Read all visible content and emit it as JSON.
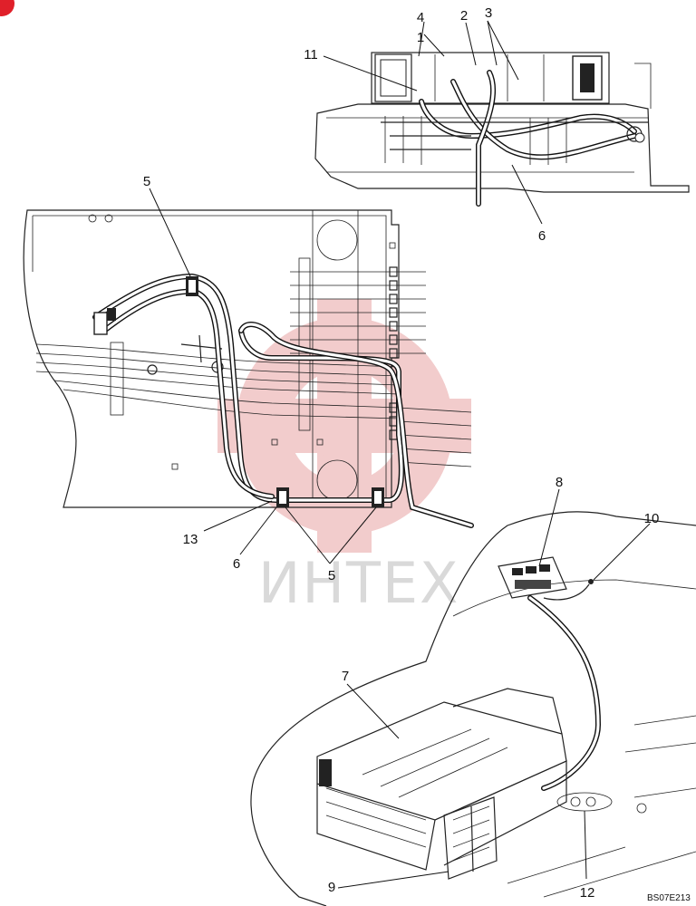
{
  "callouts": [
    {
      "id": "c1",
      "label": "1"
    },
    {
      "id": "c2",
      "label": "2"
    },
    {
      "id": "c3",
      "label": "3"
    },
    {
      "id": "c4",
      "label": "4"
    },
    {
      "id": "c11",
      "label": "11"
    },
    {
      "id": "c6a",
      "label": "6"
    },
    {
      "id": "c5a",
      "label": "5"
    },
    {
      "id": "c13",
      "label": "13"
    },
    {
      "id": "c6b",
      "label": "6"
    },
    {
      "id": "c5b",
      "label": "5"
    },
    {
      "id": "c8",
      "label": "8"
    },
    {
      "id": "c10",
      "label": "10"
    },
    {
      "id": "c7",
      "label": "7"
    },
    {
      "id": "c9",
      "label": "9"
    },
    {
      "id": "c12",
      "label": "12"
    }
  ],
  "watermark": "ИНТЕХ",
  "drawing_ref": "BS07E213",
  "colors": {
    "watermark_logo": "#e8a3a3",
    "watermark_text": "#d9d9d9",
    "corner_mark": "#e0202a"
  }
}
